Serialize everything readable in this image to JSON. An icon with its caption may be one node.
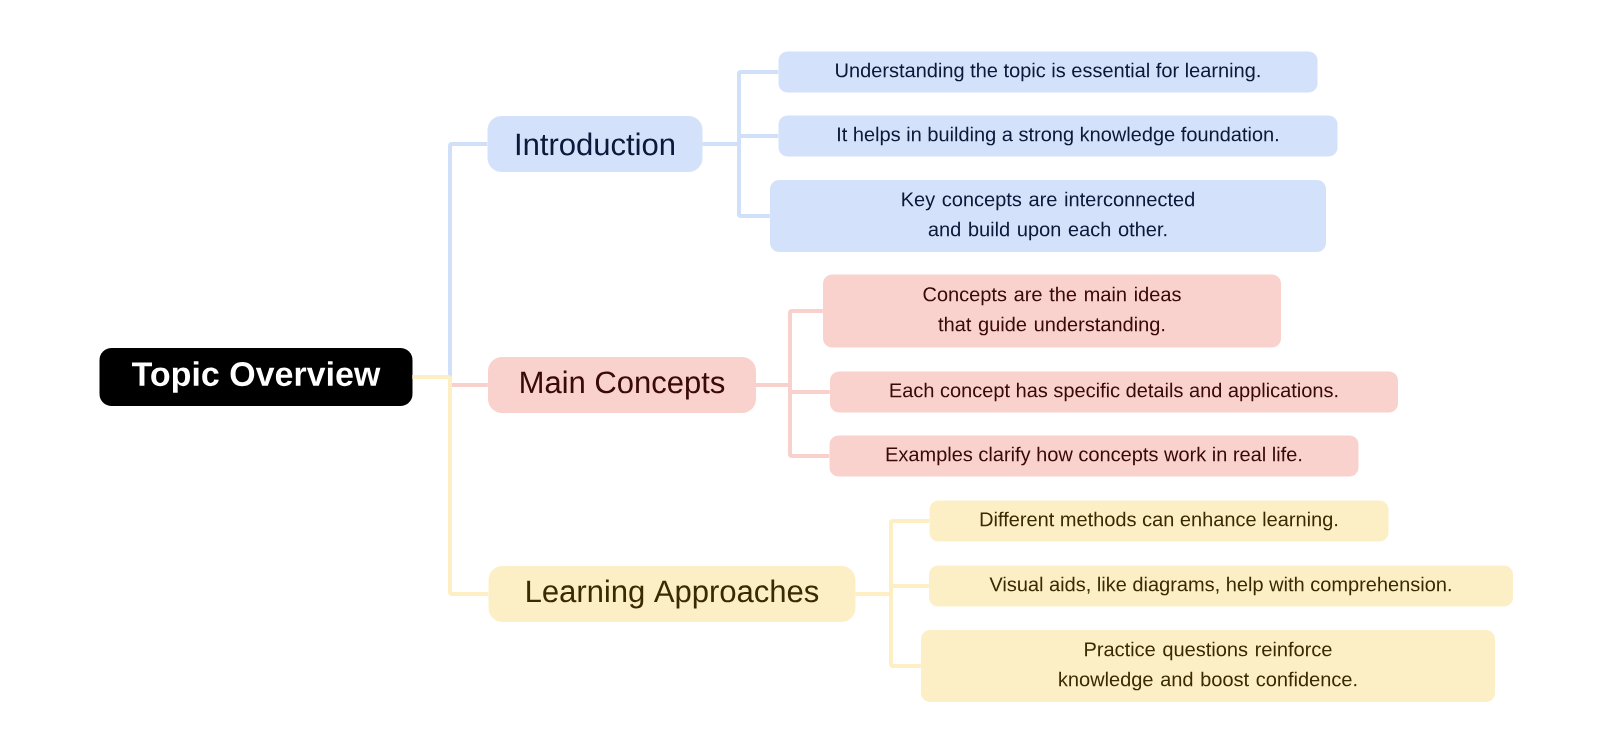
{
  "diagram": {
    "nodes": [
      {
        "text": [
          "Topic Overview"
        ]
      },
      {
        "text": [
          "Introduction"
        ]
      },
      {
        "text": [
          "Understanding the topic is essential for learning."
        ]
      },
      {
        "text": [
          "It helps in building a strong knowledge foundation."
        ]
      },
      {
        "text": [
          "Key concepts are interconnected and build upon each other."
        ]
      },
      {
        "text": [
          "Main Concepts"
        ]
      },
      {
        "text": [
          "Concepts are the main ideas that guide understanding."
        ]
      },
      {
        "text": [
          "Each concept has specific details and applications."
        ]
      },
      {
        "text": [
          "Examples clarify how concepts work in real life."
        ]
      },
      {
        "text": [
          "Learning Approaches"
        ]
      },
      {
        "text": [
          "Different methods can enhance learning."
        ]
      },
      {
        "text": [
          "Visual aids, like diagrams, help with comprehension."
        ]
      },
      {
        "text": [
          "Practice questions reinforce knowledge and boost confidence."
        ]
      }
    ],
    "edges": [
      {
        "from": 0,
        "to": 1,
        "arrow": "none",
        "color": "#cfe0f8"
      },
      {
        "from": 0,
        "to": 5,
        "arrow": "none",
        "color": "#f8d0cc"
      },
      {
        "from": 0,
        "to": 9,
        "arrow": "none",
        "color": "#fdeec4"
      },
      {
        "from": 1,
        "to": 2,
        "arrow": "none",
        "color": "#cfe0f8"
      },
      {
        "from": 1,
        "to": 3,
        "arrow": "none",
        "color": "#cfe0f8"
      },
      {
        "from": 1,
        "to": 4,
        "arrow": "none",
        "color": "#cfe0f8"
      },
      {
        "from": 5,
        "to": 6,
        "arrow": "none",
        "color": "#f8d0cc"
      },
      {
        "from": 5,
        "to": 7,
        "arrow": "none",
        "color": "#f8d0cc"
      },
      {
        "from": 5,
        "to": 8,
        "arrow": "none",
        "color": "#f8d0cc"
      },
      {
        "from": 9,
        "to": 10,
        "arrow": "none",
        "color": "#fdeec4"
      },
      {
        "from": 9,
        "to": 11,
        "arrow": "none",
        "color": "#fdeec4"
      },
      {
        "from": 9,
        "to": 12,
        "arrow": "none",
        "color": "#fdeec4"
      }
    ]
  }
}
